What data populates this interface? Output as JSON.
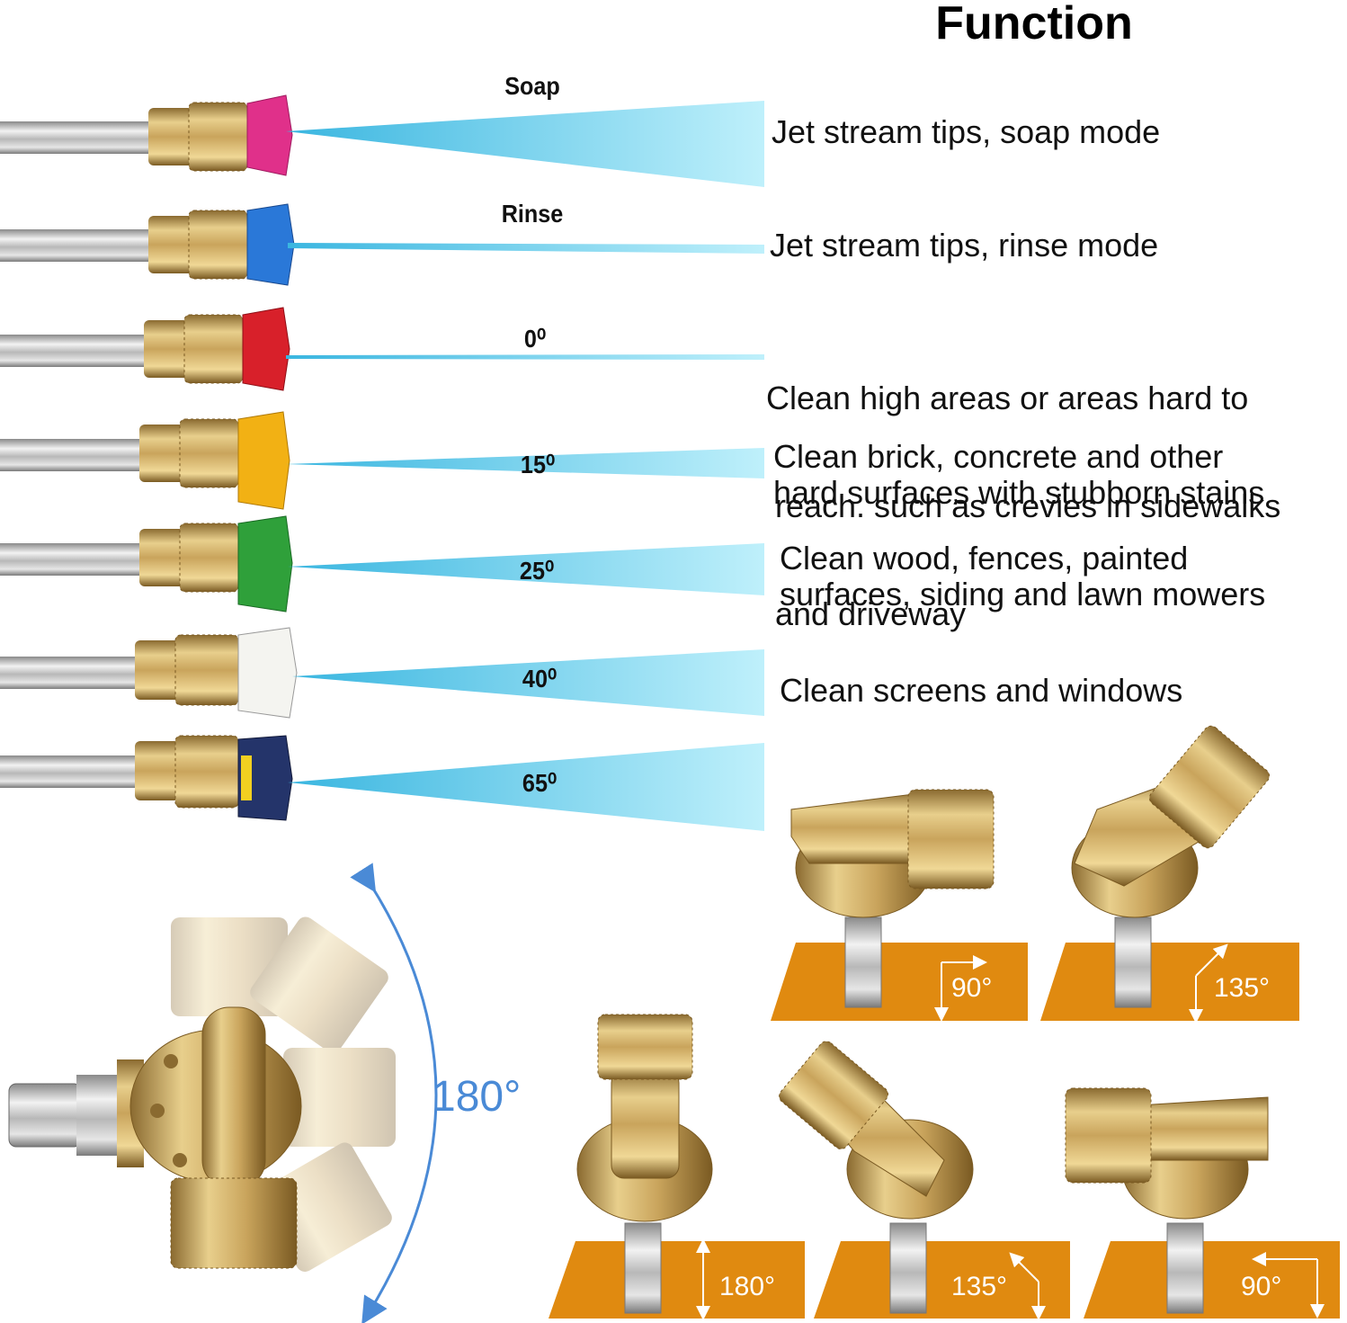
{
  "heading": "Function",
  "tips": [
    {
      "label": "Soap",
      "color": "#e0308a",
      "description": [
        "Jet stream tips, soap mode"
      ]
    },
    {
      "label": "Rinse",
      "color": "#2a78d8",
      "description": [
        "Jet stream tips, rinse mode"
      ]
    },
    {
      "label": "0⁰",
      "color": "#d8202a",
      "description": [
        "Clean high areas or areas hard to",
        " reach. such as crevies in sidewalks",
        " and driveway"
      ]
    },
    {
      "label": "15⁰",
      "color": "#f2b114",
      "description": [
        "Clean brick, concrete and other",
        "hard surfaces with stubborn stains"
      ]
    },
    {
      "label": "25⁰",
      "color": "#2fa03a",
      "description": [
        "Clean wood, fences, painted",
        "surfaces, siding and lawn mowers"
      ]
    },
    {
      "label": "40⁰",
      "color": "#f4f4f0",
      "description": [
        "Clean screens and windows"
      ]
    },
    {
      "label": "65⁰",
      "color": "#24346a",
      "description": []
    }
  ],
  "rotation": {
    "range_label": "180°"
  },
  "angle_panels": [
    {
      "label": "90°"
    },
    {
      "label": "135°"
    },
    {
      "label": "180°"
    },
    {
      "label": "135°"
    },
    {
      "label": "90°"
    }
  ],
  "colors": {
    "brass": "#c9a45c",
    "spray": "#5bcbe8",
    "panel": "#e08a10",
    "arc": "#4a8ad6"
  }
}
